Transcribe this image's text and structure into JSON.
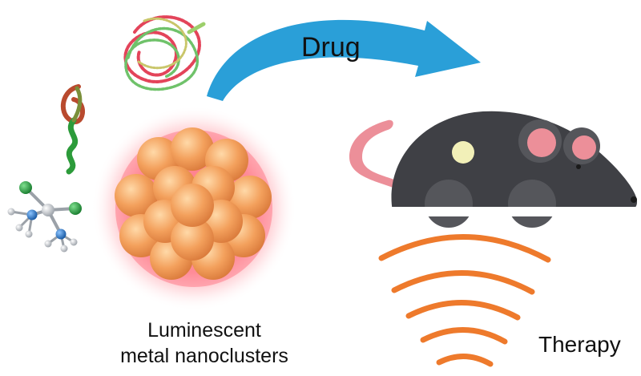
{
  "labels": {
    "drug": "Drug",
    "caption_line1": "Luminescent",
    "caption_line2": "metal nanoclusters",
    "therapy": "Therapy"
  },
  "colors": {
    "background": "#ffffff",
    "arrow": "#2a9fd8",
    "glow": "#ff6f7f",
    "sphere": "#f3a05c",
    "mouse_body": "#3f4045",
    "mouse_ear_inner": "#ec8f99",
    "mouse_tail": "#ec8f99",
    "mouse_eye": "#f2f0b8",
    "therapy_waves": "#ee7a2c",
    "atom_green": "#1f9a3a",
    "atom_blue": "#1d6fc0",
    "atom_gray": "#c9cdd3"
  },
  "icons": {
    "nanocluster": "nanocluster-icon",
    "protein": "protein-coil-icon",
    "peptide": "peptide-ribbon-icon",
    "molecule": "cisplatin-molecule-icon",
    "mouse": "mouse-icon",
    "arrow": "curved-arrow-icon",
    "waves": "therapy-waves-icon"
  }
}
